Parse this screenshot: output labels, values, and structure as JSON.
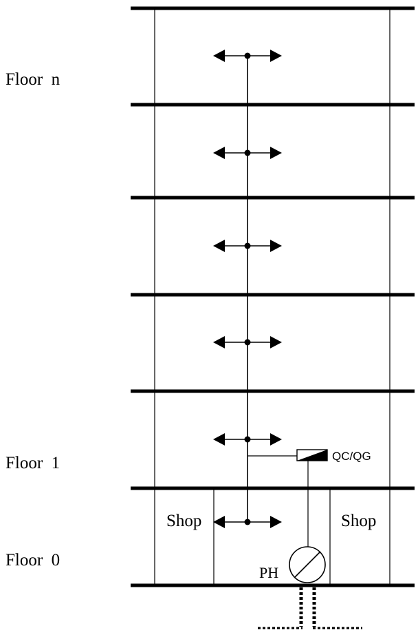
{
  "floor_labels": {
    "top": "Floor  n",
    "first": "Floor  1",
    "ground": "Floor  0"
  },
  "shops": {
    "left": "Shop",
    "right": "Shop"
  },
  "device_labels": {
    "meter": "QC/QG",
    "ph": "PH"
  },
  "colors": {
    "ink": "#000000",
    "background": "#ffffff"
  }
}
